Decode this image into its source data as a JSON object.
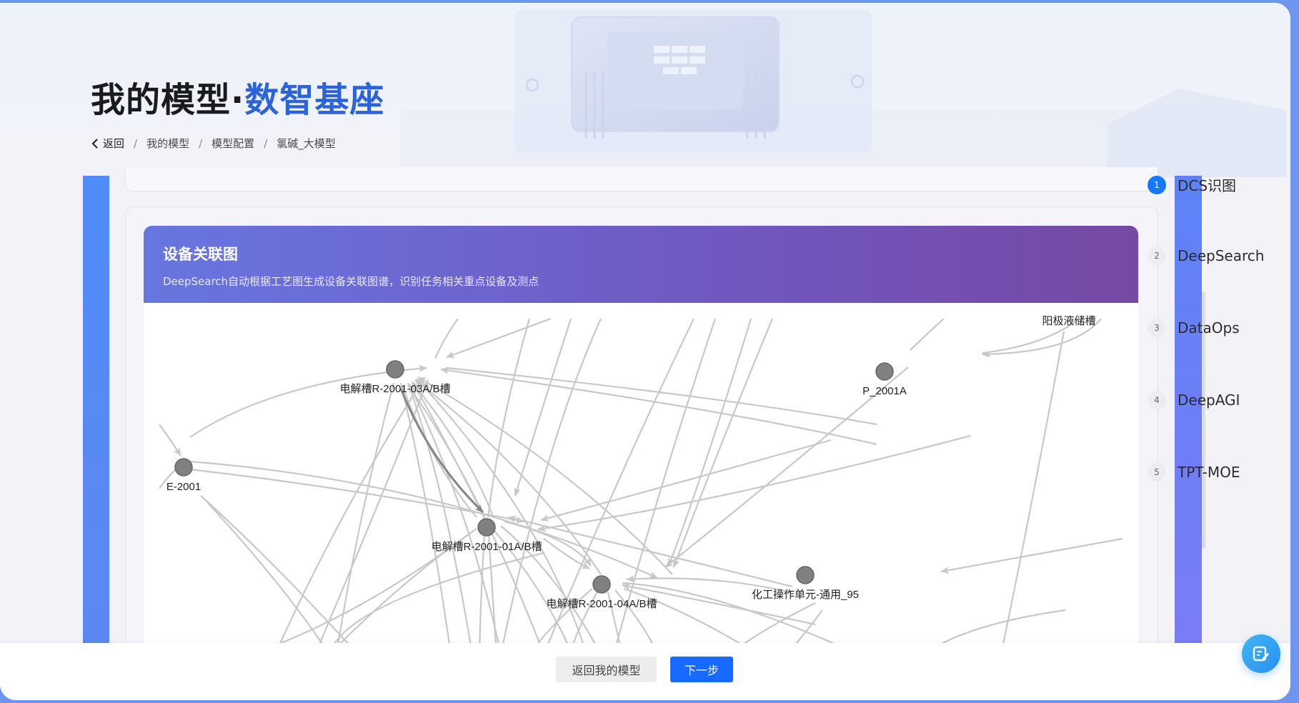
{
  "page": {
    "title_main": "我的模型·",
    "title_accent": "数智基座"
  },
  "breadcrumb": {
    "back": "返回",
    "items": [
      "我的模型",
      "模型配置",
      "氯碱_大模型"
    ]
  },
  "panel": {
    "title": "设备关联图",
    "description": "DeepSearch自动根据工艺图生成设备关联图谱，识别任务相关重点设备及测点"
  },
  "graph": {
    "nodes": [
      {
        "label": "电解槽R-2001-03A/B槽"
      },
      {
        "label": "P_2001A"
      },
      {
        "label": "E-2001"
      },
      {
        "label": "电解槽R-2001-01A/B槽"
      },
      {
        "label": "电解槽R-2001-04A/B槽"
      },
      {
        "label": "化工操作单元-通用_95"
      },
      {
        "label": "阳极液储槽"
      }
    ]
  },
  "steps": [
    {
      "num": "1",
      "label": "DCS识图"
    },
    {
      "num": "2",
      "label": "DeepSearch"
    },
    {
      "num": "3",
      "label": "DataOps"
    },
    {
      "num": "4",
      "label": "DeepAGI"
    },
    {
      "num": "5",
      "label": "TPT-MOE"
    }
  ],
  "footer": {
    "back_label": "返回我的模型",
    "next_label": "下一步"
  },
  "colors": {
    "accent": "#1769ff",
    "header_gradient_start": "#6876e0",
    "header_gradient_end": "#7649a4",
    "node": "#808080",
    "edge": "#c8c8c8"
  }
}
